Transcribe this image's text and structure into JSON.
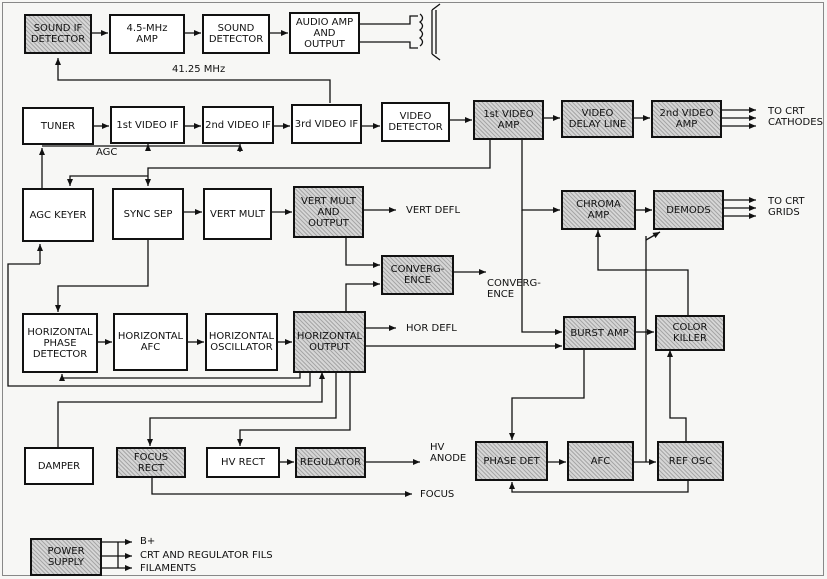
{
  "blocks": {
    "sound_if_detector": "SOUND IF\nDETECTOR",
    "amp_45mhz": "4.5-MHz\nAMP",
    "sound_detector": "SOUND\nDETECTOR",
    "audio_amp_output": "AUDIO AMP\nAND OUTPUT",
    "tuner": "TUNER",
    "video_if_1": "1st VIDEO IF",
    "video_if_2": "2nd VIDEO IF",
    "video_if_3": "3rd VIDEO IF",
    "video_detector": "VIDEO\nDETECTOR",
    "video_amp_1": "1st VIDEO\nAMP",
    "video_delay_line": "VIDEO\nDELAY LINE",
    "video_amp_2": "2nd VIDEO\nAMP",
    "agc_keyer": "AGC KEYER",
    "sync_sep": "SYNC SEP",
    "vert_mult": "VERT MULT",
    "vert_mult_output": "VERT MULT\nAND OUTPUT",
    "chroma_amp": "CHROMA\nAMP",
    "demods": "DEMODS",
    "convergence": "CONVERG-\nENCE",
    "horizontal_phase_detector": "HORIZONTAL\nPHASE\nDETECTOR",
    "horizontal_afc": "HORIZONTAL\nAFC",
    "horizontal_oscillator": "HORIZONTAL\nOSCILLATOR",
    "horizontal_output": "HORIZONTAL\nOUTPUT",
    "burst_amp": "BURST AMP",
    "color_killer": "COLOR\nKILLER",
    "damper": "DAMPER",
    "focus_rect": "FOCUS\nRECT",
    "hv_rect": "HV RECT",
    "regulator": "REGULATOR",
    "phase_det": "PHASE DET",
    "afc": "AFC",
    "ref_osc": "REF OSC",
    "power_supply": "POWER\nSUPPLY"
  },
  "labels": {
    "freq_4125": "41.25 MHz",
    "agc": "AGC",
    "to_crt_cathodes": "TO CRT\nCATHODES",
    "to_crt_grids": "TO CRT\nGRIDS",
    "vert_defl": "VERT DEFL",
    "convergence_out": "CONVERG-\nENCE",
    "hor_defl": "HOR DEFL",
    "hv_anode": "HV\nANODE",
    "focus": "FOCUS",
    "b_plus": "B+",
    "crt_regulator_fils": "CRT AND REGULATOR FILS",
    "filaments": "FILAMENTS"
  }
}
